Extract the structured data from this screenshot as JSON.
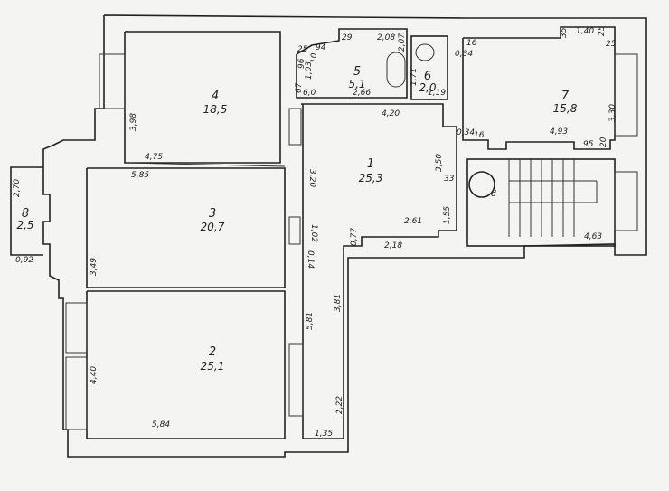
{
  "rooms": [
    {
      "number": "1",
      "area": "25,3"
    },
    {
      "number": "2",
      "area": "25,1"
    },
    {
      "number": "3",
      "area": "20,7"
    },
    {
      "number": "4",
      "area": "18,5"
    },
    {
      "number": "5",
      "area": "5,1"
    },
    {
      "number": "6",
      "area": "2,0"
    },
    {
      "number": "7",
      "area": "15,8"
    },
    {
      "number": "8",
      "area": "2,5"
    }
  ],
  "dimensions": {
    "r4_height": "3,98",
    "r4_width": "4,75",
    "r3_width": "5,85",
    "r8_height": "2,70",
    "r8_width": "0,92",
    "r3_height": "3,49",
    "r2_height": "4,40",
    "r2_width": "5,84",
    "r2_right": "5,81",
    "corr_height": "3,81",
    "corr_lower": "2,22",
    "corr_width": "1,35",
    "r1_left": "3,20",
    "r1_left2": "1,02",
    "r1_left3": "0,14",
    "corr_top": "0,77",
    "r1_bottom2": "2,18",
    "r1_bottom": "2,61",
    "r1_right2": "1,55",
    "r1_right": "3,50",
    "r1_small": "33",
    "r7_a": "0,34",
    "r7_b": "16",
    "r1_top": "4,20",
    "r5_bottom": "2,66",
    "r6_bottom": "1,19",
    "r6_left": "1,71",
    "r5_right": "2,07",
    "r5_top": "2,08",
    "r5_a": "29",
    "r5_b": "94",
    "r5_c": "25",
    "r5_d": "96",
    "r5_e": "1,03",
    "r5_f": "10",
    "r5_g": "67",
    "r5_h": "6,0",
    "r7_c": "16",
    "r7_d": "0,34",
    "r7_e": "35",
    "r7_top": "1,40",
    "r7_f": "25",
    "r7_g": "25",
    "r7_right": "3,30",
    "r7_bottom": "4,93",
    "r7_h": "95",
    "r7_i": "20",
    "stair_width": "4,63",
    "stair_a": "d"
  }
}
